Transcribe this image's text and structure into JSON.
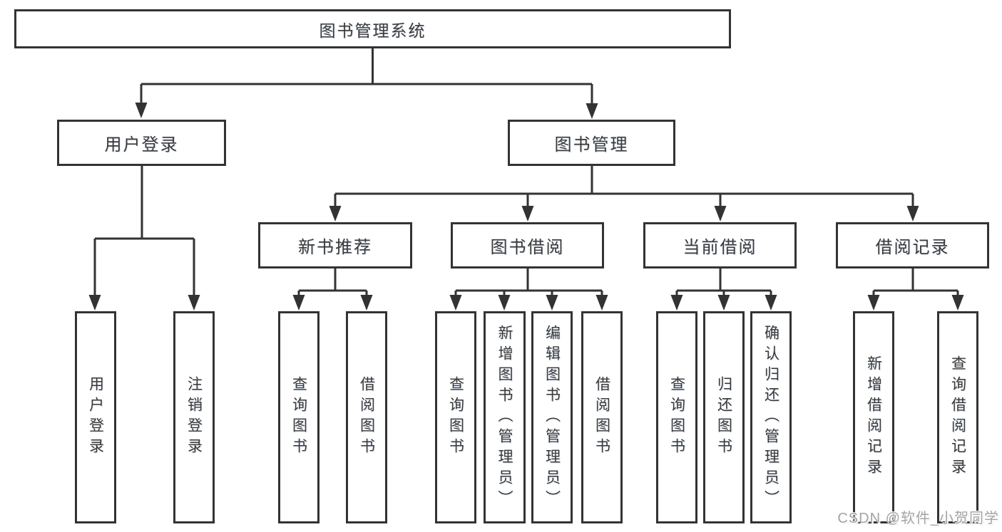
{
  "colors": {
    "line": "#333333",
    "arrow": "#333333",
    "box_border": "#333333",
    "text": "#3a3a3a",
    "watermark": "#a3a3a6"
  },
  "tree": {
    "root": "图书管理系统",
    "children": [
      {
        "label": "用户登录",
        "leaves": [
          "用户登录",
          "注销登录"
        ]
      },
      {
        "label": "图书管理",
        "children": [
          {
            "label": "新书推荐",
            "leaves": [
              "查询图书",
              "借阅图书"
            ]
          },
          {
            "label": "图书借阅",
            "leaves": [
              "查询图书",
              "新增图书（管理员）",
              "编辑图书（管理员）",
              "借阅图书"
            ]
          },
          {
            "label": "当前借阅",
            "leaves": [
              "查询图书",
              "归还图书",
              "确认归还（管理员）"
            ]
          },
          {
            "label": "借阅记录",
            "leaves": [
              "新增借阅记录",
              "查询借阅记录"
            ]
          }
        ]
      }
    ]
  },
  "watermark": {
    "text": "CSDN @软件_小贺同学"
  }
}
